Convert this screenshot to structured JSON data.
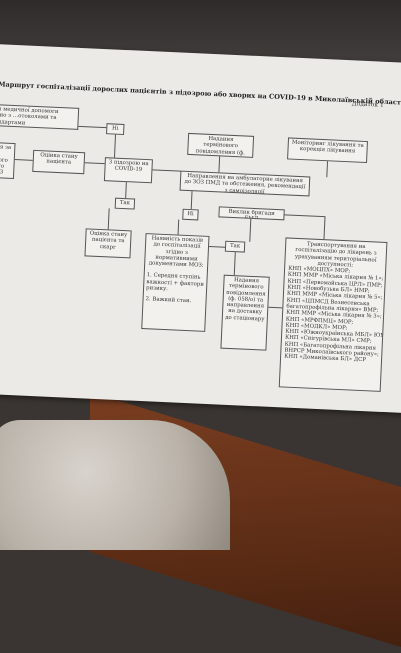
{
  "header": {
    "appendix": "Додаток 1",
    "title": "Маршрут госпіталізації дорослих пацієнтів з підозрою або хворих на COVID-19 в Миколаївській області"
  },
  "boxes": {
    "left_top": "…ня медичної допомоги згідно з …отоколами та стандартами",
    "left_mid": "…ння за …ажного …того до …3",
    "assess": "Оцінка стану пацієнта",
    "no_top": "Ні",
    "suspect": "З підозрою на COVID-19",
    "notice_top": "Надання термінового повідомлення (ф. 058/о)",
    "monitor": "Моніторинг лікування та корекція лікування",
    "refer": "Направлення на амбулаторне лікування до ЗОЗ ПМД та обстеження, рекомендації з самоізоляції",
    "yes_mid": "Так",
    "no_mid": "Ні",
    "ems": "Виклик бригади ЕМД",
    "assess2": "Оцінка стану пацієнта та скарг",
    "indications": "Наявність показів до госпіталізації згідно з нормативними документами МОЗ:",
    "criteria_1": "1. Середня ступінь важкості + фактори ризику.",
    "criteria_2": "2. Важкий стан.",
    "yes_right": "Так",
    "notice_bottom": "Надання термінового повідомлення (ф. 058/о) та направлення на доставку до стаціонару",
    "transport": "Транспортування на госпіталізацію до лікарень з урахуванням територіальної доступності:"
  },
  "hospitals": [
    "КНП «МОЦПХ» МОР;",
    "КНП ММР «Міська лікарня № 1»;",
    "КНП «Первомайська ЦРЛ» ПМР;",
    "КНП «Новобузька БЛ» НМР;",
    "КНП ММР «Міська лікарня № 5»;",
    "КНП «ЦПМСД Вознесенська",
    "багатопрофільна лікарня» ВМР;",
    "КНП ММР «Міська лікарня № 3»;",
    "КНП «МРФПМЦ» МОР;",
    "КНП «МОДКЛ» МОР;",
    "КНП «Южноукраїнська МБЛ» ЮМР;",
    "КНП «Снігурівська МЛ» СМР;",
    "КНП «Багатопрофільна лікарня",
    "ВНРСР Миколаївського району»;",
    "КНП «Доманівська БЛ» ДСР"
  ]
}
